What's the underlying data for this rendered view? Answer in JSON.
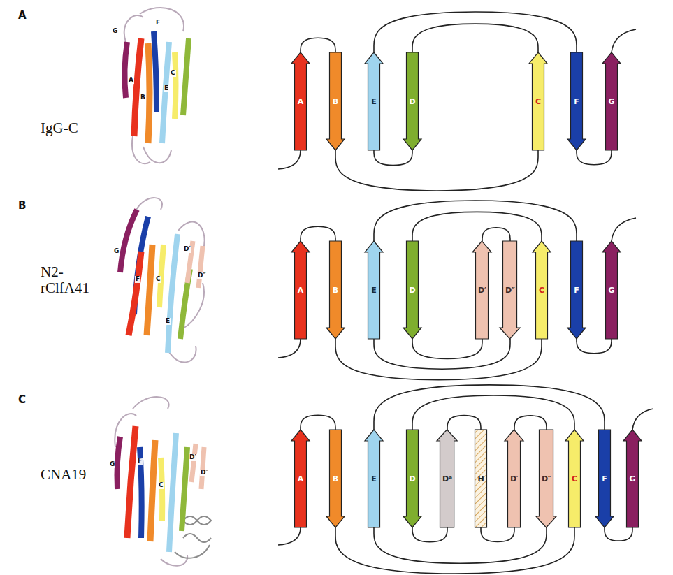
{
  "diagram": {
    "nodes": [
      {
        "text": [
          "A"
        ]
      },
      {
        "text": [
          "B"
        ]
      },
      {
        "text": [
          "E"
        ]
      },
      {
        "text": [
          "D"
        ]
      },
      {
        "text": [
          "C"
        ]
      },
      {
        "text": [
          "F"
        ]
      },
      {
        "text": [
          "G"
        ]
      },
      {
        "text": [
          "A"
        ]
      },
      {
        "text": [
          "B"
        ]
      },
      {
        "text": [
          "E"
        ]
      },
      {
        "text": [
          "D"
        ]
      },
      {
        "text": [
          "D′"
        ]
      },
      {
        "text": [
          "D″"
        ]
      },
      {
        "text": [
          "C"
        ]
      },
      {
        "text": [
          "F"
        ]
      },
      {
        "text": [
          "G"
        ]
      },
      {
        "text": [
          "A"
        ]
      },
      {
        "text": [
          "B"
        ]
      },
      {
        "text": [
          "E"
        ]
      },
      {
        "text": [
          "D"
        ]
      },
      {
        "text": [
          "Dᵃ"
        ]
      },
      {
        "text": [
          "H"
        ]
      },
      {
        "text": [
          "D′"
        ]
      },
      {
        "text": [
          "D″"
        ]
      },
      {
        "text": [
          "C"
        ]
      },
      {
        "text": [
          "F"
        ]
      },
      {
        "text": [
          "G"
        ]
      }
    ],
    "edges": [
      {
        "from": 0,
        "to": 1,
        "arrow": "none"
      },
      {
        "from": 1,
        "to": 4,
        "arrow": "none"
      },
      {
        "from": 4,
        "to": 3,
        "arrow": "none"
      },
      {
        "from": 3,
        "to": 2,
        "arrow": "none"
      },
      {
        "from": 2,
        "to": 5,
        "arrow": "none"
      },
      {
        "from": 5,
        "to": 6,
        "arrow": "none"
      },
      {
        "from": 7,
        "to": 8,
        "arrow": "none"
      },
      {
        "from": 8,
        "to": 13,
        "arrow": "none"
      },
      {
        "from": 13,
        "to": 10,
        "arrow": "none"
      },
      {
        "from": 10,
        "to": 11,
        "arrow": "none"
      },
      {
        "from": 11,
        "to": 12,
        "arrow": "none"
      },
      {
        "from": 12,
        "to": 9,
        "arrow": "none"
      },
      {
        "from": 9,
        "to": 14,
        "arrow": "none"
      },
      {
        "from": 14,
        "to": 15,
        "arrow": "none"
      },
      {
        "from": 16,
        "to": 17,
        "arrow": "none"
      },
      {
        "from": 17,
        "to": 24,
        "arrow": "none"
      },
      {
        "from": 24,
        "to": 19,
        "arrow": "none"
      },
      {
        "from": 19,
        "to": 20,
        "arrow": "none"
      },
      {
        "from": 20,
        "to": 21,
        "arrow": "none"
      },
      {
        "from": 21,
        "to": 22,
        "arrow": "none"
      },
      {
        "from": 22,
        "to": 23,
        "arrow": "none"
      },
      {
        "from": 23,
        "to": 18,
        "arrow": "none"
      },
      {
        "from": 18,
        "to": 25,
        "arrow": "none"
      },
      {
        "from": 25,
        "to": 26,
        "arrow": "none"
      }
    ],
    "labels": [
      "A",
      "IgG-C",
      "G",
      "A",
      "F",
      "B",
      "E",
      "C",
      "B",
      "N2- rClfA41",
      "G",
      "F",
      "C",
      "E",
      "D′",
      "D″",
      "C",
      "CNA19",
      "G",
      "F",
      "C",
      "D′",
      "D″"
    ]
  }
}
